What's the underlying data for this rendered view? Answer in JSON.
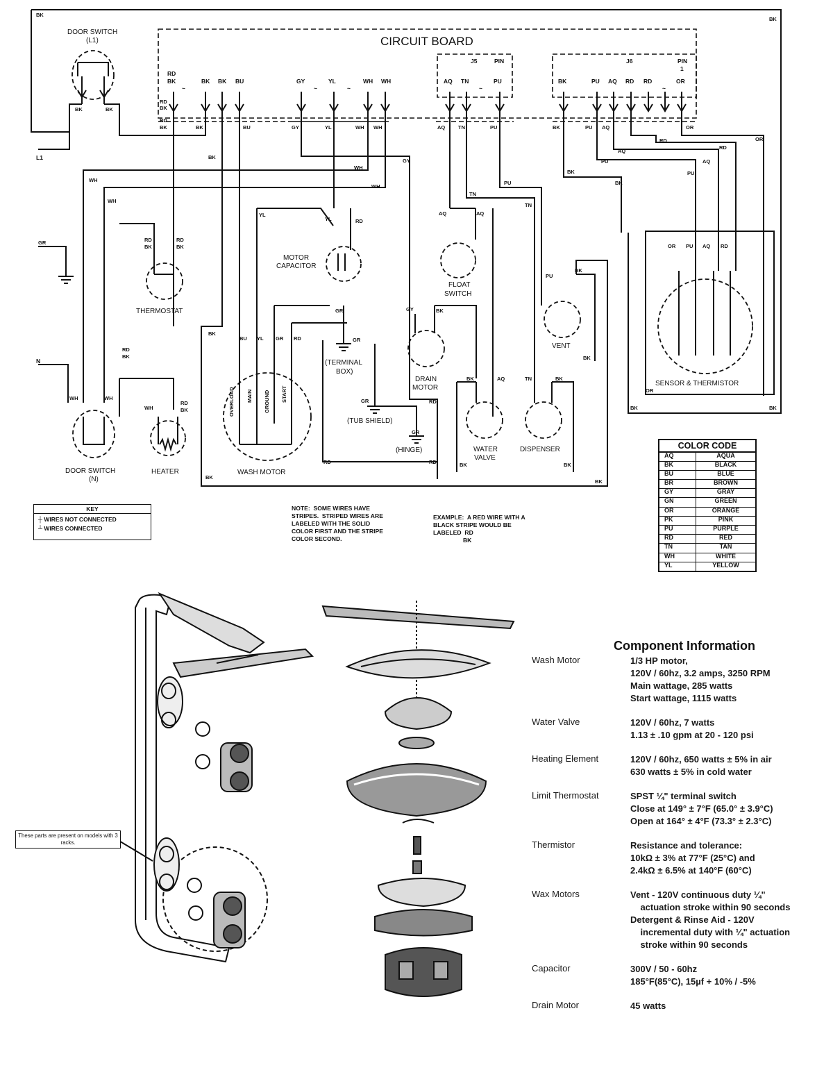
{
  "schematic": {
    "circuit_board": "CIRCUIT BOARD",
    "connectors": {
      "j5": "J5",
      "j6": "J6",
      "pin": "PIN",
      "pin_one": "1"
    },
    "corner_bk": "BK",
    "board_pins": {
      "p1": "RD",
      "p1b": "BK",
      "p2": "BK",
      "p3": "BK",
      "p4": "BU",
      "p5": "GY",
      "p6": "YL",
      "p7": "WH",
      "p8": "WH",
      "p9": "AQ",
      "p10": "TN",
      "p11": "PU",
      "p12": "BK",
      "p13": "PU",
      "p14": "AQ",
      "p15": "RD",
      "p16": "RD",
      "p17": "OR"
    },
    "supply": {
      "l1": "L1",
      "n": "N",
      "gr": "GR"
    },
    "components": {
      "door_switch_l1": "DOOR SWITCH",
      "door_switch_l1_sub": "(L1)",
      "thermostat": "THERMOSTAT",
      "motor_capacitor_1": "MOTOR",
      "motor_capacitor_2": "CAPACITOR",
      "float_switch_1": "FLOAT",
      "float_switch_2": "SWITCH",
      "vent": "VENT",
      "sensor_thermistor": "SENSOR & THERMISTOR",
      "terminal_box_1": "(TERMINAL",
      "terminal_box_2": "BOX)",
      "tub_shield": "(TUB SHIELD)",
      "hinge": "(HINGE)",
      "drain_motor_1": "DRAIN",
      "drain_motor_2": "MOTOR",
      "water_valve_1": "WATER",
      "water_valve_2": "VALVE",
      "dispenser": "DISPENSER",
      "door_switch_n": "DOOR SWITCH",
      "door_switch_n_sub": "(N)",
      "heater": "HEATER",
      "wash_motor": "WASH MOTOR",
      "overload": "OVERLOAD",
      "main": "MAIN",
      "ground": "GROUND",
      "start": "START"
    },
    "wire_labels": {
      "wh": "WH",
      "bk": "BK",
      "rd": "RD",
      "bu": "BU",
      "yl": "YL",
      "gy": "GY",
      "gr": "GR",
      "aq": "AQ",
      "tn": "TN",
      "pu": "PU",
      "or": "OR"
    }
  },
  "key": {
    "title": "KEY",
    "not_connected": "WIRES NOT CONNECTED",
    "connected": "WIRES CONNECTED"
  },
  "note": "NOTE:  SOME WIRES HAVE\nSTRIPES.  STRIPED WIRES ARE\nLABELED WITH THE SOLID\nCOLOR FIRST AND THE STRIPE\nCOLOR SECOND.",
  "example": "EXAMPLE:  A RED WIRE WITH A\nBLACK STRIPE WOULD BE\nLABELED  RD\n                  BK",
  "color_code": {
    "title": "COLOR CODE",
    "rows": [
      {
        "code": "AQ",
        "name": "AQUA"
      },
      {
        "code": "BK",
        "name": "BLACK"
      },
      {
        "code": "BU",
        "name": "BLUE"
      },
      {
        "code": "BR",
        "name": "BROWN"
      },
      {
        "code": "GY",
        "name": "GRAY"
      },
      {
        "code": "GN",
        "name": "GREEN"
      },
      {
        "code": "OR",
        "name": "ORANGE"
      },
      {
        "code": "PK",
        "name": "PINK"
      },
      {
        "code": "PU",
        "name": "PURPLE"
      },
      {
        "code": "RD",
        "name": "RED"
      },
      {
        "code": "TN",
        "name": "TAN"
      },
      {
        "code": "WH",
        "name": "WHITE"
      },
      {
        "code": "YL",
        "name": "YELLOW"
      }
    ]
  },
  "callout": "These parts are present on models with 3 racks.",
  "component_info": {
    "title": "Component Information",
    "items": [
      {
        "name": "Wash Motor",
        "lines": [
          "1/3 HP motor,",
          "120V / 60hz, 3.2 amps, 3250 RPM",
          "Main wattage, 285 watts",
          "Start wattage, 1115 watts"
        ]
      },
      {
        "name": "Water Valve",
        "lines": [
          "120V / 60hz, 7 watts",
          "1.13 ± .10 gpm at 20 - 120 psi"
        ]
      },
      {
        "name": "Heating Element",
        "lines": [
          "120V / 60hz, 650 watts ± 5% in air",
          "630 watts ± 5% in cold water"
        ]
      },
      {
        "name": "Limit Thermostat",
        "lines": [
          "SPST ¼\" terminal switch",
          "Close at 149° ± 7°F (65.0° ± 3.9°C)",
          "Open at 164° ± 4°F (73.3° ± 2.3°C)"
        ]
      },
      {
        "name": "Thermistor",
        "lines": [
          "Resistance and tolerance:",
          "10kΩ ± 3% at 77°F (25°C) and",
          "2.4kΩ ± 6.5% at 140°F (60°C)"
        ]
      },
      {
        "name": "Wax Motors",
        "lines": [
          "Vent - 120V continuous duty ¼\"",
          "    actuation stroke within 90 seconds",
          "Detergent & Rinse Aid - 120V",
          "    incremental duty with ¼\" actuation",
          "    stroke within 90 seconds"
        ]
      },
      {
        "name": "Capacitor",
        "lines": [
          "300V / 50 - 60hz",
          "185°F(85°C), 15µf + 10% / -5%"
        ]
      },
      {
        "name": "Drain Motor",
        "lines": [
          "45 watts"
        ]
      }
    ]
  }
}
